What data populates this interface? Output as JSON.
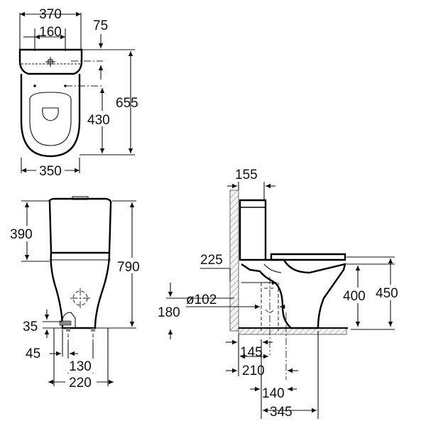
{
  "drawing": {
    "top_view": {
      "width_overall": "370",
      "outlet_spacing": "160",
      "offset_top": "75",
      "depth_overall": "655",
      "fixing_depth": "430",
      "bowl_width": "350"
    },
    "front_view": {
      "cistern_height": "390",
      "total_height": "790",
      "inlet_height": "35",
      "inlet_offset": "45",
      "fixing_spacing": "130",
      "base_width": "220"
    },
    "side_view": {
      "cistern_depth": "155",
      "outlet_height_225": "225",
      "outlet_diameter": "ø102",
      "outlet_centre_height": "180",
      "rim_height": "400",
      "seat_height": "450",
      "dim_145": "145",
      "dim_210": "210",
      "dim_140": "140",
      "dim_345": "345"
    }
  }
}
